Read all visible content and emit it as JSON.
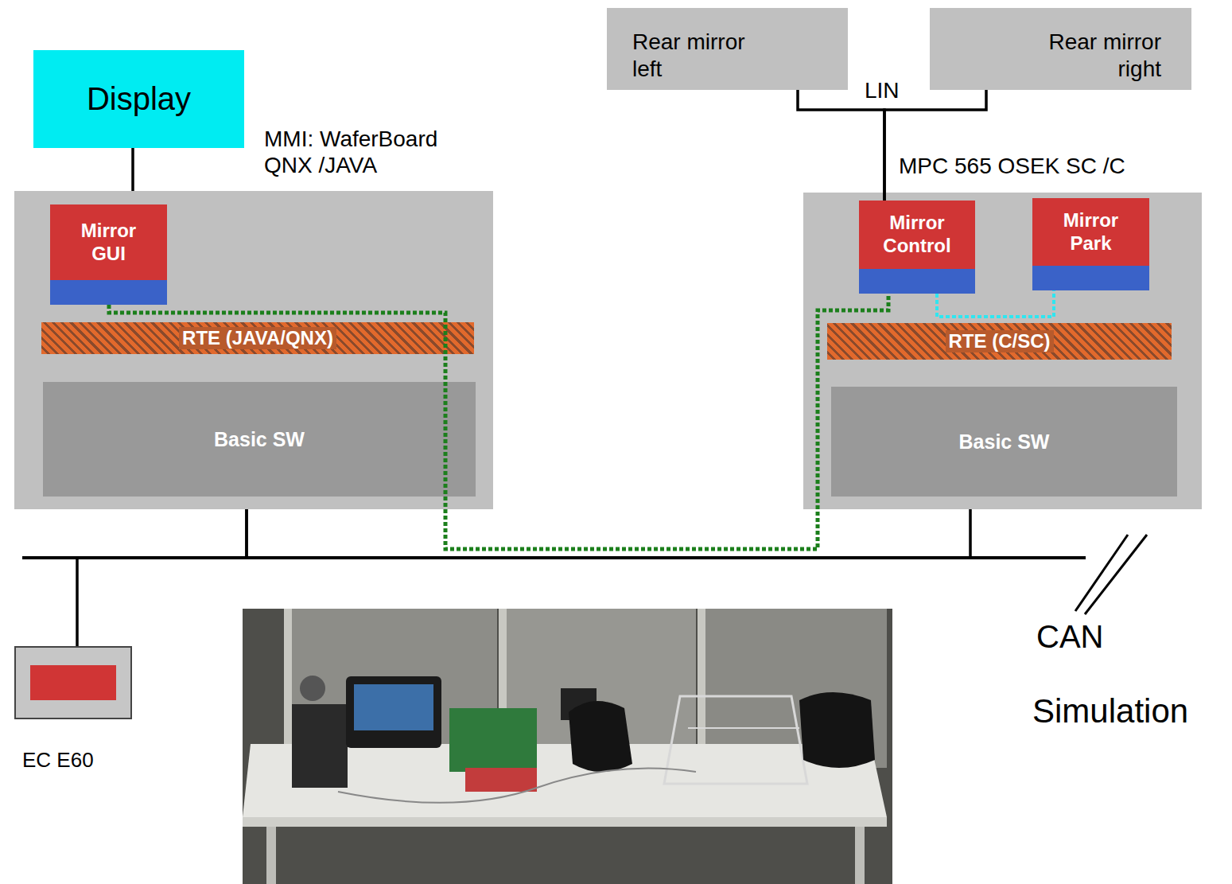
{
  "diagram": {
    "nodes": [
      {
        "text": [
          "Display"
        ]
      },
      {
        "text": [
          "MMI: WaferBoard QNX /JAVA"
        ]
      },
      {
        "text": [
          "Mirror GUI"
        ],
        "in": 1
      },
      {
        "text": [
          "RTE (JAVA/QNX)"
        ],
        "in": 1
      },
      {
        "text": [
          "Basic SW"
        ],
        "in": 1
      },
      {
        "text": [
          "Rear mirror left"
        ]
      },
      {
        "text": [
          "Rear mirror right"
        ]
      },
      {
        "text": [
          "MPC 565 OSEK SC /C"
        ]
      },
      {
        "text": [
          "Mirror Control"
        ],
        "in": 7
      },
      {
        "text": [
          "Mirror Park"
        ],
        "in": 7
      },
      {
        "text": [
          "RTE (C/SC)"
        ],
        "in": 7
      },
      {
        "text": [
          "Basic SW"
        ],
        "in": 7
      },
      {
        "text": [
          "EC E60"
        ]
      }
    ],
    "edges": [
      {
        "from": 0,
        "to": 1,
        "arrow": "none"
      },
      {
        "from": 5,
        "to": 8,
        "arrow": "none"
      },
      {
        "from": 6,
        "to": 8,
        "arrow": "none"
      },
      {
        "from": 2,
        "to": 8,
        "arrow": "none"
      },
      {
        "from": 8,
        "to": 9,
        "arrow": "none"
      },
      {
        "from": 1,
        "to": 7,
        "arrow": "none"
      },
      {
        "from": 1,
        "to": 12,
        "arrow": "none"
      }
    ],
    "labels": [
      "LIN",
      "CAN",
      "Simulation"
    ]
  }
}
